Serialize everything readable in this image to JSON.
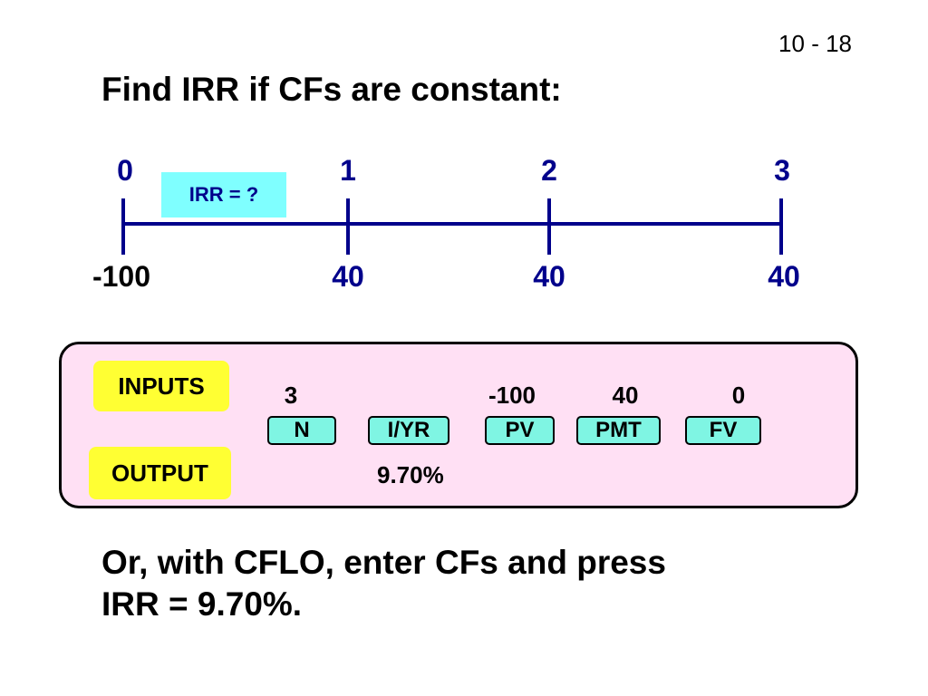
{
  "slide_number": "10 - 18",
  "title": "Find IRR if CFs are constant:",
  "timeline": {
    "periods": [
      "0",
      "1",
      "2",
      "3"
    ],
    "irr_label": "IRR = ?",
    "cash_flows": [
      "-100",
      "40",
      "40",
      "40"
    ]
  },
  "calculator": {
    "inputs_label": "INPUTS",
    "output_label": "OUTPUT",
    "input_values": {
      "n": "3",
      "pv": "-100",
      "pmt": "40",
      "fv": "0"
    },
    "keys": {
      "n": "N",
      "iyr": "I/YR",
      "pv": "PV",
      "pmt": "PMT",
      "fv": "FV"
    },
    "output_value": "9.70%"
  },
  "footer_lines": [
    "Or, with CFLO, enter CFs and press",
    "IRR = 9.70%."
  ],
  "colors": {
    "timeline": "#00008b",
    "irr_box": "#7fffff",
    "panel_bg": "#ffe0f4",
    "label_bg": "#ffff33",
    "key_bg": "#7ff5e3"
  }
}
